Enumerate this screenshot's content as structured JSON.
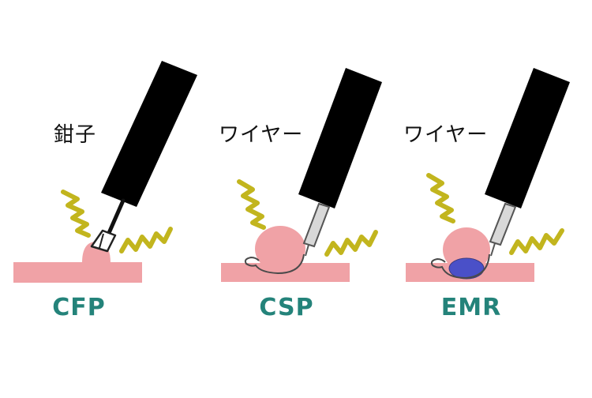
{
  "colors": {
    "tissue": "#F0A2A6",
    "lesion": "#F0A2A6",
    "scope": "#000000",
    "wavy": "#C2B51E",
    "method_label": "#24837A",
    "blue_fluid": "#4A50C8",
    "outline": "#4A4A4A"
  },
  "panels": [
    {
      "tool_label": "鉗子",
      "method_label": "CFP",
      "tool_icon": "forceps-icon"
    },
    {
      "tool_label": "ワイヤー",
      "method_label": "CSP",
      "tool_icon": "snare-wire-icon"
    },
    {
      "tool_label": "ワイヤー",
      "method_label": "EMR",
      "tool_icon": "snare-wire-icon"
    }
  ]
}
